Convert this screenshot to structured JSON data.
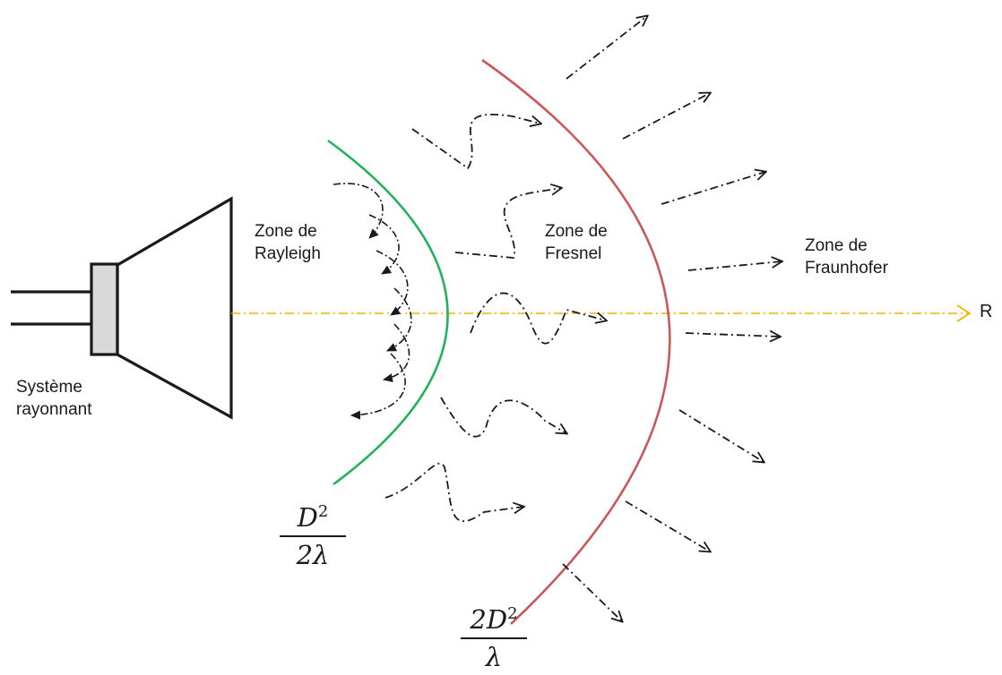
{
  "source_label": {
    "line1": "Système",
    "line2": "rayonnant"
  },
  "zones": {
    "rayleigh": {
      "line1": "Zone de",
      "line2": "Rayleigh"
    },
    "fresnel": {
      "line1": "Zone de",
      "line2": "Fresnel"
    },
    "fraunhofer": {
      "line1": "Zone de",
      "line2": "Fraunhofer"
    }
  },
  "axis_label": "R",
  "boundaries": {
    "inner": {
      "num_base": "D",
      "num_exp": "2",
      "den": "2λ"
    },
    "outer": {
      "num_base": "2D",
      "num_exp": "2",
      "den": "λ"
    }
  },
  "colors": {
    "inner_boundary": "#22b35a",
    "outer_boundary": "#c8585a",
    "axis": "#f0b400",
    "ink": "#1a1a1a",
    "emitter_fill": "#d9d9d9"
  }
}
